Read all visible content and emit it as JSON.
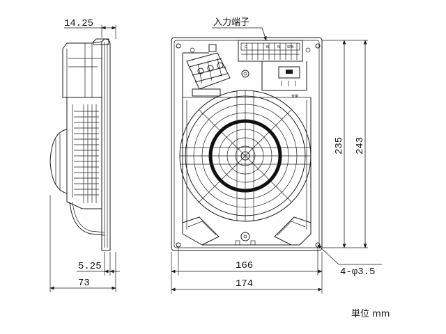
{
  "dimensions": {
    "side_top_width": "14.25",
    "side_bottom_offset": "5.25",
    "side_total_depth": "73",
    "front_inner_width": "166",
    "front_outer_width": "174",
    "front_inner_height": "235",
    "front_outer_height": "243",
    "mount_holes": "4-φ3.5"
  },
  "labels": {
    "input_terminal": "入力端子",
    "unit": "単位 mm"
  },
  "terminal_marks": {
    "connector_labels": [
      "C",
      "N",
      "N",
      "SPK"
    ],
    "indicator_label": "音量"
  }
}
